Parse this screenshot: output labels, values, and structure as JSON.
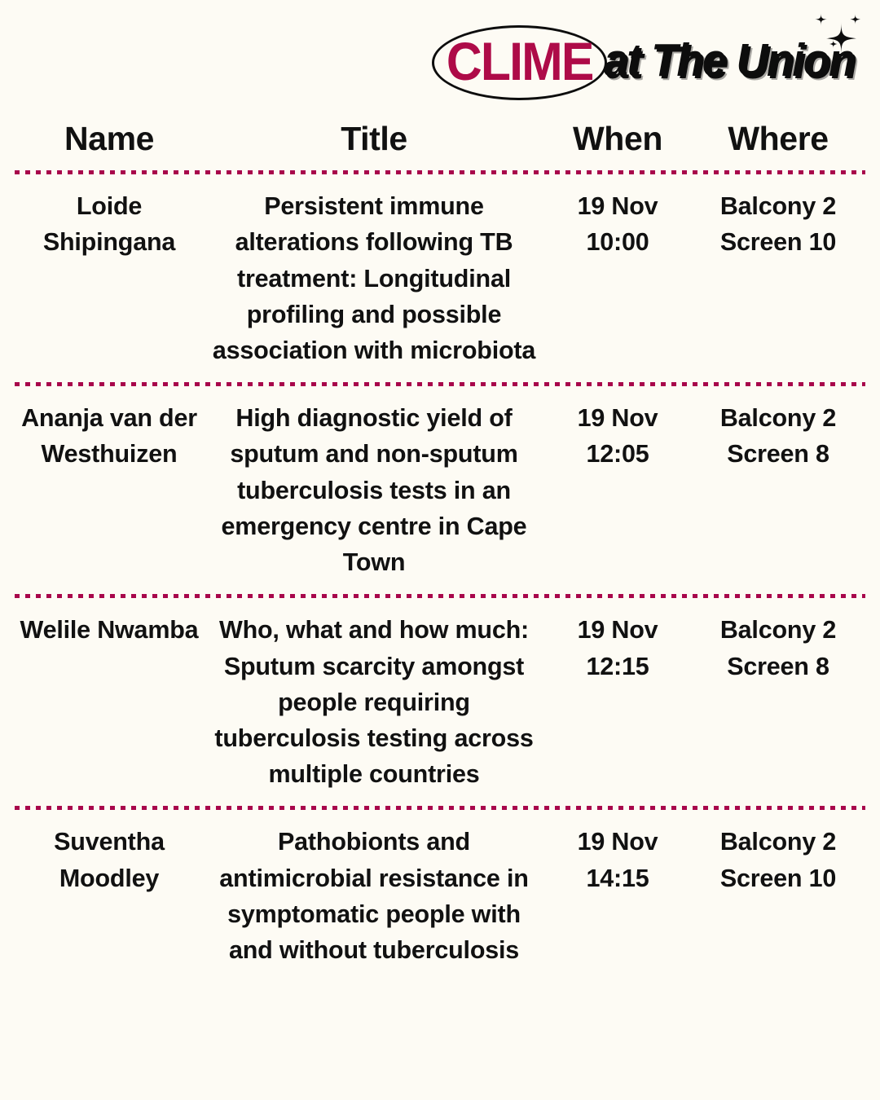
{
  "brand": {
    "logo_primary": "CLIME",
    "logo_secondary": "at The Union",
    "primary_color": "#ae0b48",
    "ink_color": "#0d0d0d",
    "background_color": "#fdfbf4",
    "sparkle_icon": "sparkle-icon"
  },
  "table": {
    "columns": [
      {
        "key": "name",
        "label": "Name"
      },
      {
        "key": "title",
        "label": "Title"
      },
      {
        "key": "when",
        "label": "When"
      },
      {
        "key": "where",
        "label": "Where"
      }
    ],
    "separator_color": "#a8064b",
    "rows": [
      {
        "name": "Loide Shipingana",
        "title": "Persistent immune alterations following TB treatment: Longitudinal profiling and possible association with microbiota",
        "when_date": "19 Nov",
        "when_time": "10:00",
        "where_room": "Balcony 2",
        "where_screen": "Screen 10"
      },
      {
        "name": "Ananja van der Westhuizen",
        "title": "High diagnostic yield of sputum and non-sputum tuberculosis tests in an emergency centre in Cape Town",
        "when_date": "19 Nov",
        "when_time": "12:05",
        "where_room": "Balcony 2",
        "where_screen": "Screen 8"
      },
      {
        "name": "Welile Nwamba",
        "title": "Who, what and how much: Sputum scarcity amongst people requiring tuberculosis testing across multiple countries",
        "when_date": "19 Nov",
        "when_time": "12:15",
        "where_room": "Balcony 2",
        "where_screen": "Screen 8"
      },
      {
        "name": "Suventha Moodley",
        "title": "Pathobionts and antimicrobial resistance in symptomatic people with and without tuberculosis",
        "when_date": "19 Nov",
        "when_time": "14:15",
        "where_room": "Balcony 2",
        "where_screen": "Screen 10"
      }
    ]
  }
}
